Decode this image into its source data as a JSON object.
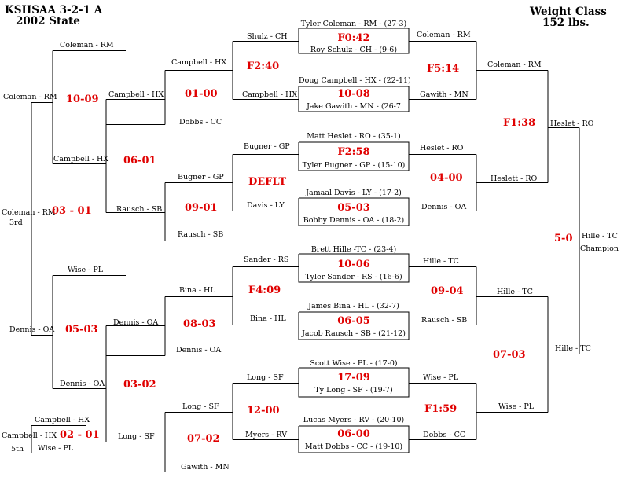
{
  "header": {
    "title": "KSHSAA 3-2-1 A",
    "subtitle": "2002 State",
    "weight_label": "Weight Class",
    "weight_value": "152 lbs."
  },
  "bouts": [
    {
      "top": "Tyler Coleman - RM - (27-3)",
      "result": "F0:42",
      "bottom": "Roy Schulz - CH - (9-6)"
    },
    {
      "top": "Doug Campbell - HX - (22-11)",
      "result": "10-08",
      "bottom": "Jake Gawith - MN - (26-7"
    },
    {
      "top": "Matt Heslet - RO - (35-1)",
      "result": "F2:58",
      "bottom": "Tyler Bugner - GP - (15-10)"
    },
    {
      "top": "Jamaal Davis - LY - (17-2)",
      "result": "05-03",
      "bottom": "Bobby Dennis - OA - (18-2)"
    },
    {
      "top": "Brett Hille -TC - (23-4)",
      "result": "10-06",
      "bottom": "Tyler Sander - RS - (16-6)"
    },
    {
      "top": "James Bina - HL - (32-7)",
      "result": "06-05",
      "bottom": "Jacob Rausch - SB - (21-12)"
    },
    {
      "top": "Scott Wise - PL - (17-0)",
      "result": "17-09",
      "bottom": "Ty Long - SF - (19-7)"
    },
    {
      "top": "Lucas Myers - RV - (20-10)",
      "result": "06-00",
      "bottom": "Matt Dobbs - CC - (19-10)"
    }
  ],
  "names": {
    "shulz_ch": "Shulz - CH",
    "campbell_hx_a": "Campbell - HX",
    "campbell_hx_b": "Campbell - HX",
    "campbell_hx_c": "Campbell - HX",
    "campbell_hx_d": "Campbell - HX",
    "campbell_hx_e": "Campbell - HX",
    "coleman_rm_a": "Coleman - RM",
    "coleman_rm_b": "Coleman - RM",
    "coleman_rm_c": "Coleman - RM",
    "coleman_rm_d": "Coleman - RM",
    "coleman_rm_e": "Coleman - RM",
    "dobbs_cc_a": "Dobbs - CC",
    "dobbs_cc_b": "Dobbs - CC",
    "gawith_mn_a": "Gawith - MN",
    "gawith_mn_b": "Gawith - MN",
    "bugner_gp_a": "Bugner - GP",
    "bugner_gp_b": "Bugner - GP",
    "davis_ly": "Davis - LY",
    "rausch_sb_a": "Rausch - SB",
    "rausch_sb_b": "Rausch - SB",
    "rausch_sb_c": "Rausch - SB",
    "heslet_ro_a": "Heslet - RO",
    "heslet_ro_b": "Heslet - RO",
    "heslett_ro": "Heslett - RO",
    "dennis_oa_a": "Dennis - OA",
    "dennis_oa_b": "Dennis - OA",
    "dennis_oa_c": "Dennis - OA",
    "dennis_oa_d": "Dennis - OA",
    "dennis_oa_e": "Dennis - OA",
    "sander_rs": "Sander - RS",
    "bina_hl_a": "Bina - HL",
    "bina_hl_b": "Bina - HL",
    "hille_tc_a": "Hille - TC",
    "hille_tc_b": "Hille - TC",
    "hille_tc_c": "Hille - TC",
    "hille_tc_d": "Hille - TC",
    "wise_pl_a": "Wise - PL",
    "wise_pl_b": "Wise - PL",
    "wise_pl_c": "Wise - PL",
    "long_sf_a": "Long - SF",
    "long_sf_b": "Long - SF",
    "long_sf_c": "Long - SF",
    "myers_rv": "Myers - RV",
    "third_label": "3rd",
    "fifth_label": "5th",
    "champion_label": "Champion"
  },
  "results": {
    "f2_40": "F2:40",
    "f5_14": "F5:14",
    "f1_38": "F1:38",
    "r_10_09": "10-09",
    "r_01_00": "01-00",
    "r_06_01": "06-01",
    "deflt": "DEFLT",
    "r_04_00": "04-00",
    "r_09_01": "09-01",
    "r_03_01": "03 - 01",
    "r_5_0": "5-0",
    "f4_09": "F4:09",
    "r_09_04": "09-04",
    "r_08_03": "08-03",
    "r_05_03b": "05-03",
    "r_07_03": "07-03",
    "r_03_02": "03-02",
    "r_12_00": "12-00",
    "f1_59": "F1:59",
    "r_07_02": "07-02",
    "r_02_01": "02 - 01"
  }
}
